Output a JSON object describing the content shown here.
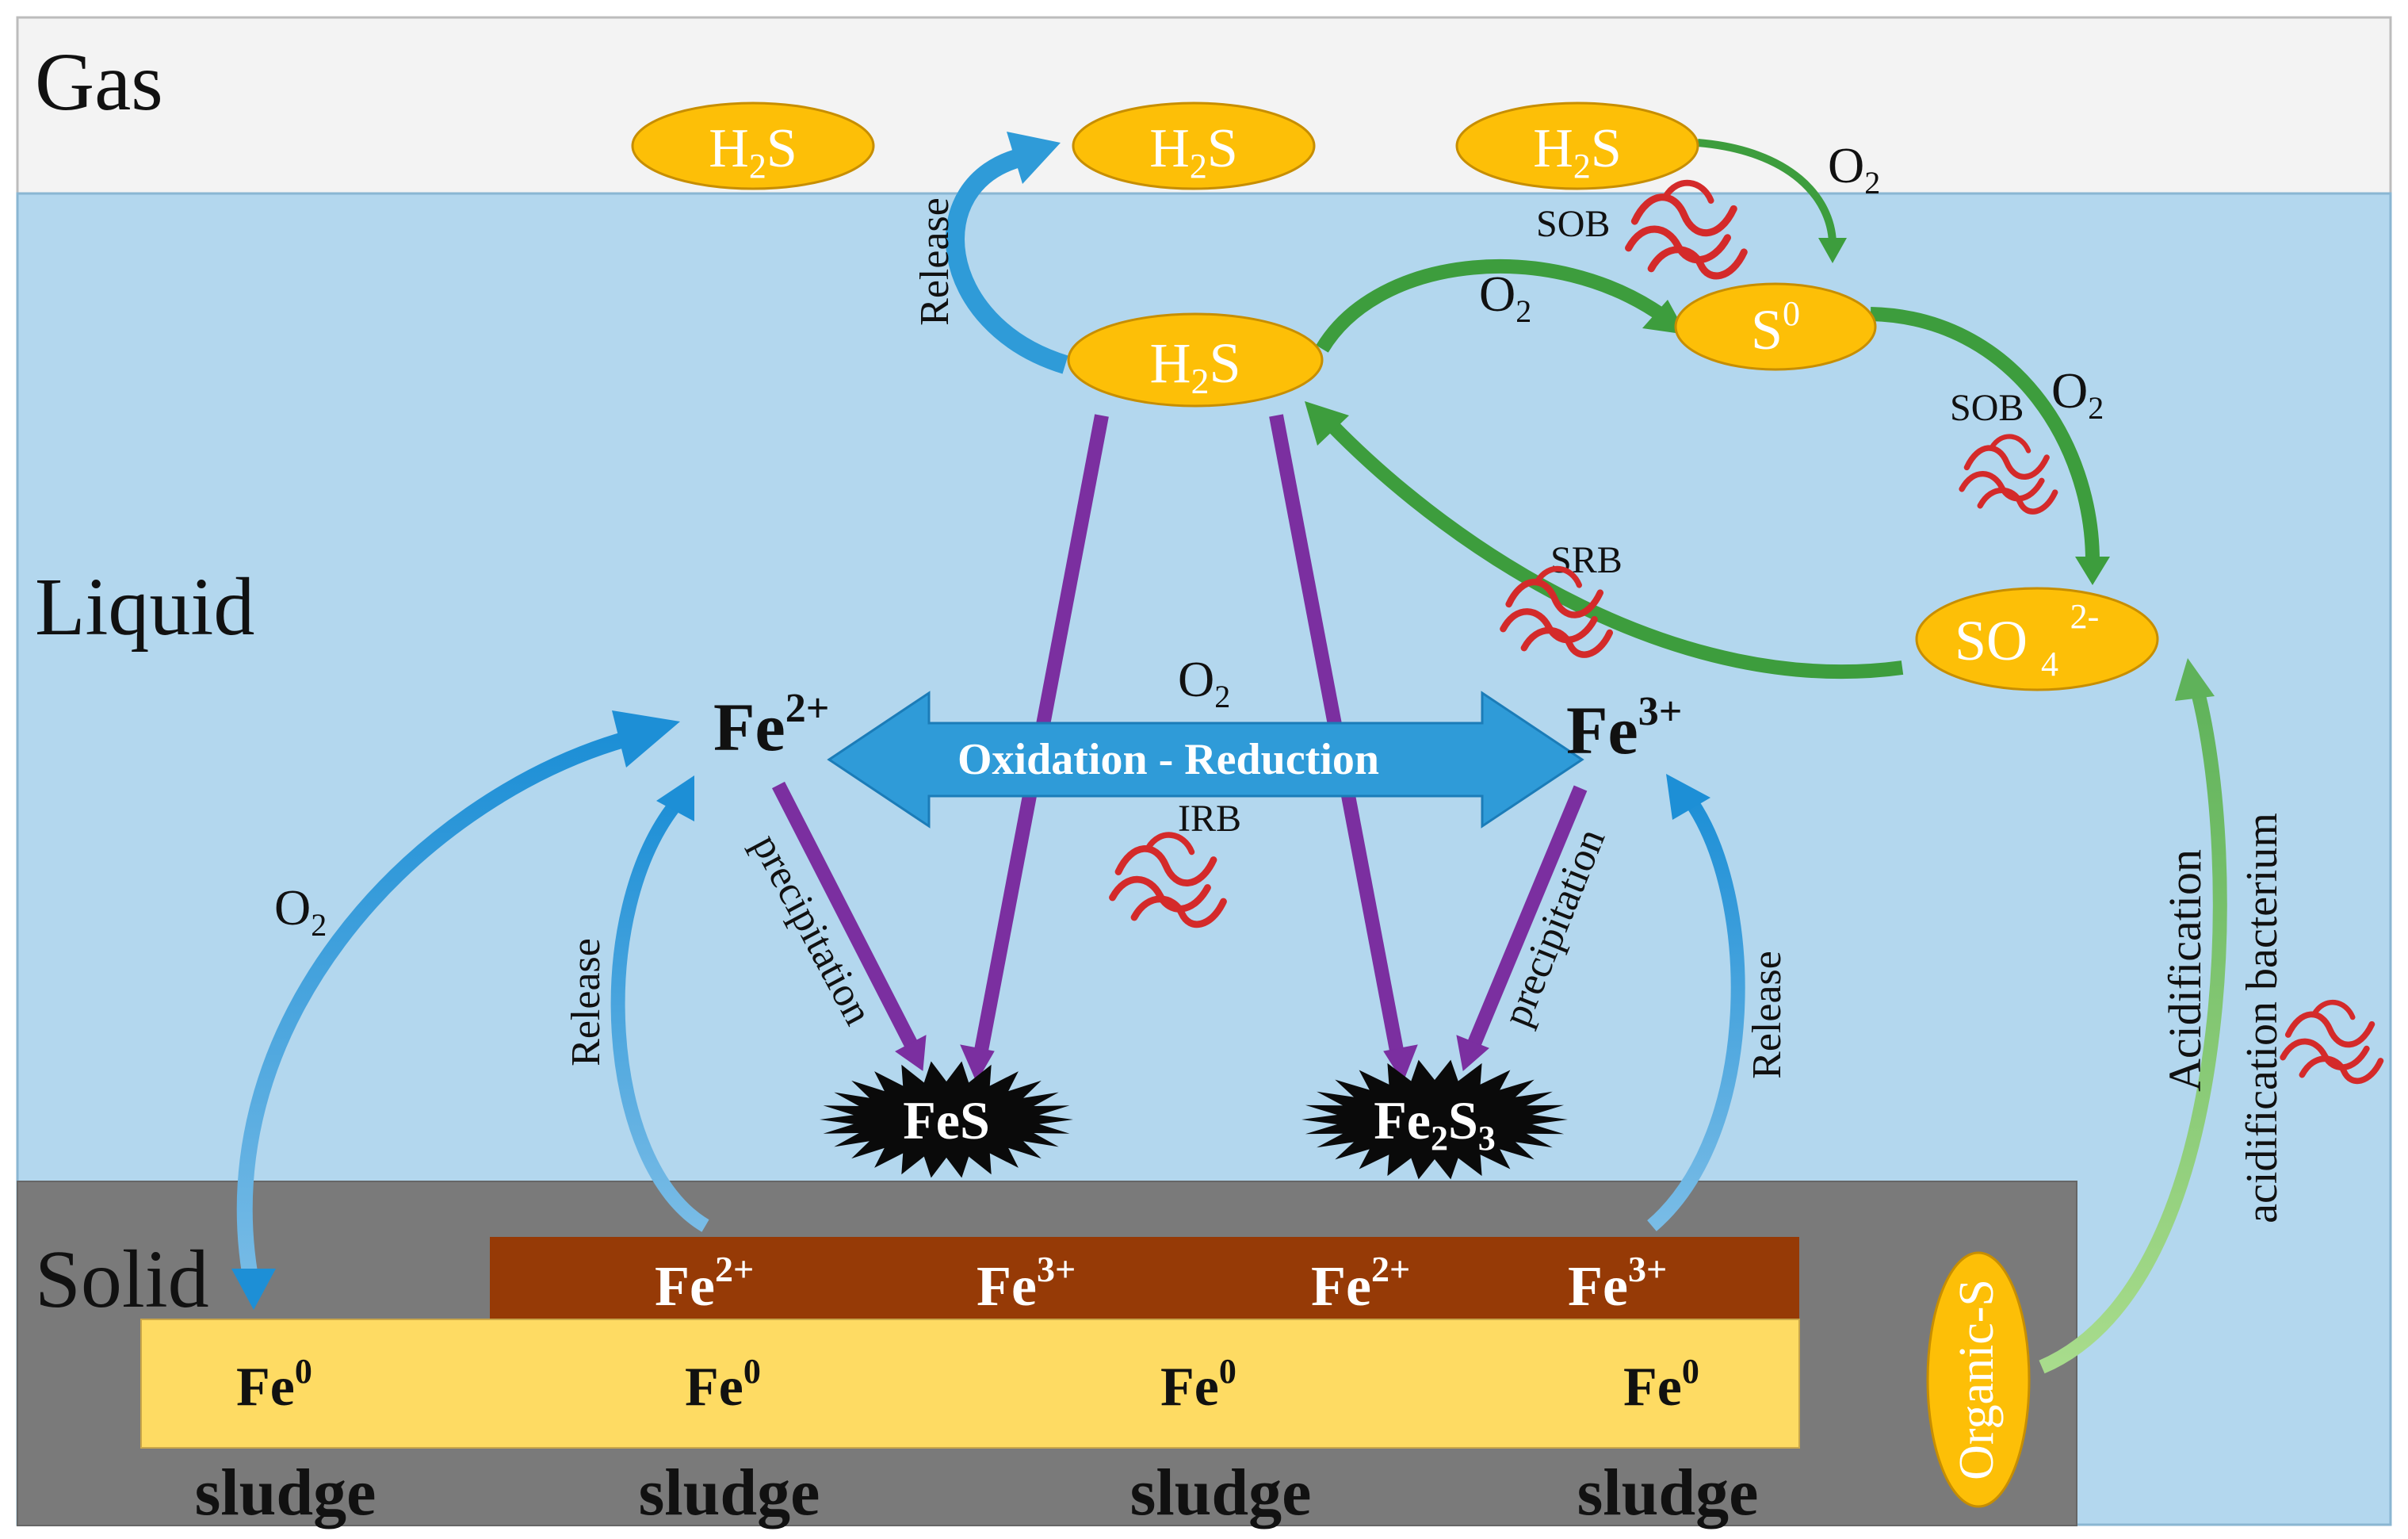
{
  "zones": {
    "gas": "Gas",
    "liquid": "Liquid",
    "solid": "Solid"
  },
  "species": {
    "h2s_gas_1": {
      "base": "H",
      "sub": "2",
      "rest": "S"
    },
    "h2s_gas_2": {
      "base": "H",
      "sub": "2",
      "rest": "S"
    },
    "h2s_gas_3": {
      "base": "H",
      "sub": "2",
      "rest": "S"
    },
    "h2s_liquid": {
      "base": "H",
      "sub": "2",
      "rest": "S"
    },
    "s0": {
      "base": "S",
      "sup": "0"
    },
    "so4": {
      "base": "SO",
      "sub": "4",
      "sup": "2-"
    },
    "fe2_liquid": {
      "base": "Fe",
      "sup": "2+"
    },
    "fe3_liquid": {
      "base": "Fe",
      "sup": "3+"
    },
    "fes": {
      "base": "FeS"
    },
    "fe2s3": {
      "base": "Fe",
      "sub": "2",
      "mid": "S",
      "sub2": "3"
    },
    "organic_s": "Organic-S"
  },
  "oxide_layer": [
    {
      "base": "Fe",
      "sup": "2+"
    },
    {
      "base": "Fe",
      "sup": "3+"
    },
    {
      "base": "Fe",
      "sup": "2+"
    },
    {
      "base": "Fe",
      "sup": "3+"
    }
  ],
  "iron_layer": [
    {
      "base": "Fe",
      "sup": "0"
    },
    {
      "base": "Fe",
      "sup": "0"
    },
    {
      "base": "Fe",
      "sup": "0"
    },
    {
      "base": "Fe",
      "sup": "0"
    }
  ],
  "sludge": [
    "sludge",
    "sludge",
    "sludge",
    "sludge"
  ],
  "labels": {
    "release": "Release",
    "oxidation_reduction": "Oxidation - Reduction",
    "precipitation": "precipitation",
    "acidification": "Acidification",
    "acidification_bacterium": "acidification bacterium",
    "o2": {
      "base": "O",
      "sub": "2"
    },
    "sob": "SOB",
    "srb": "SRB",
    "irb": "IRB"
  },
  "colors": {
    "gas_bg": "#f3f3f3",
    "liquid_bg": "#b3d7ee",
    "solid_bg": "#7a7a7a",
    "oxide_layer": "#963a06",
    "iron_layer": "#fedb63",
    "species_fill": "#fdbf07",
    "arrow_blue": "#2f9bd8",
    "arrow_green": "#3d9d3d",
    "arrow_light_green": "#7dc96b",
    "precip_purple": "#7b2fa0",
    "bacteria_red": "#d42a2a"
  }
}
